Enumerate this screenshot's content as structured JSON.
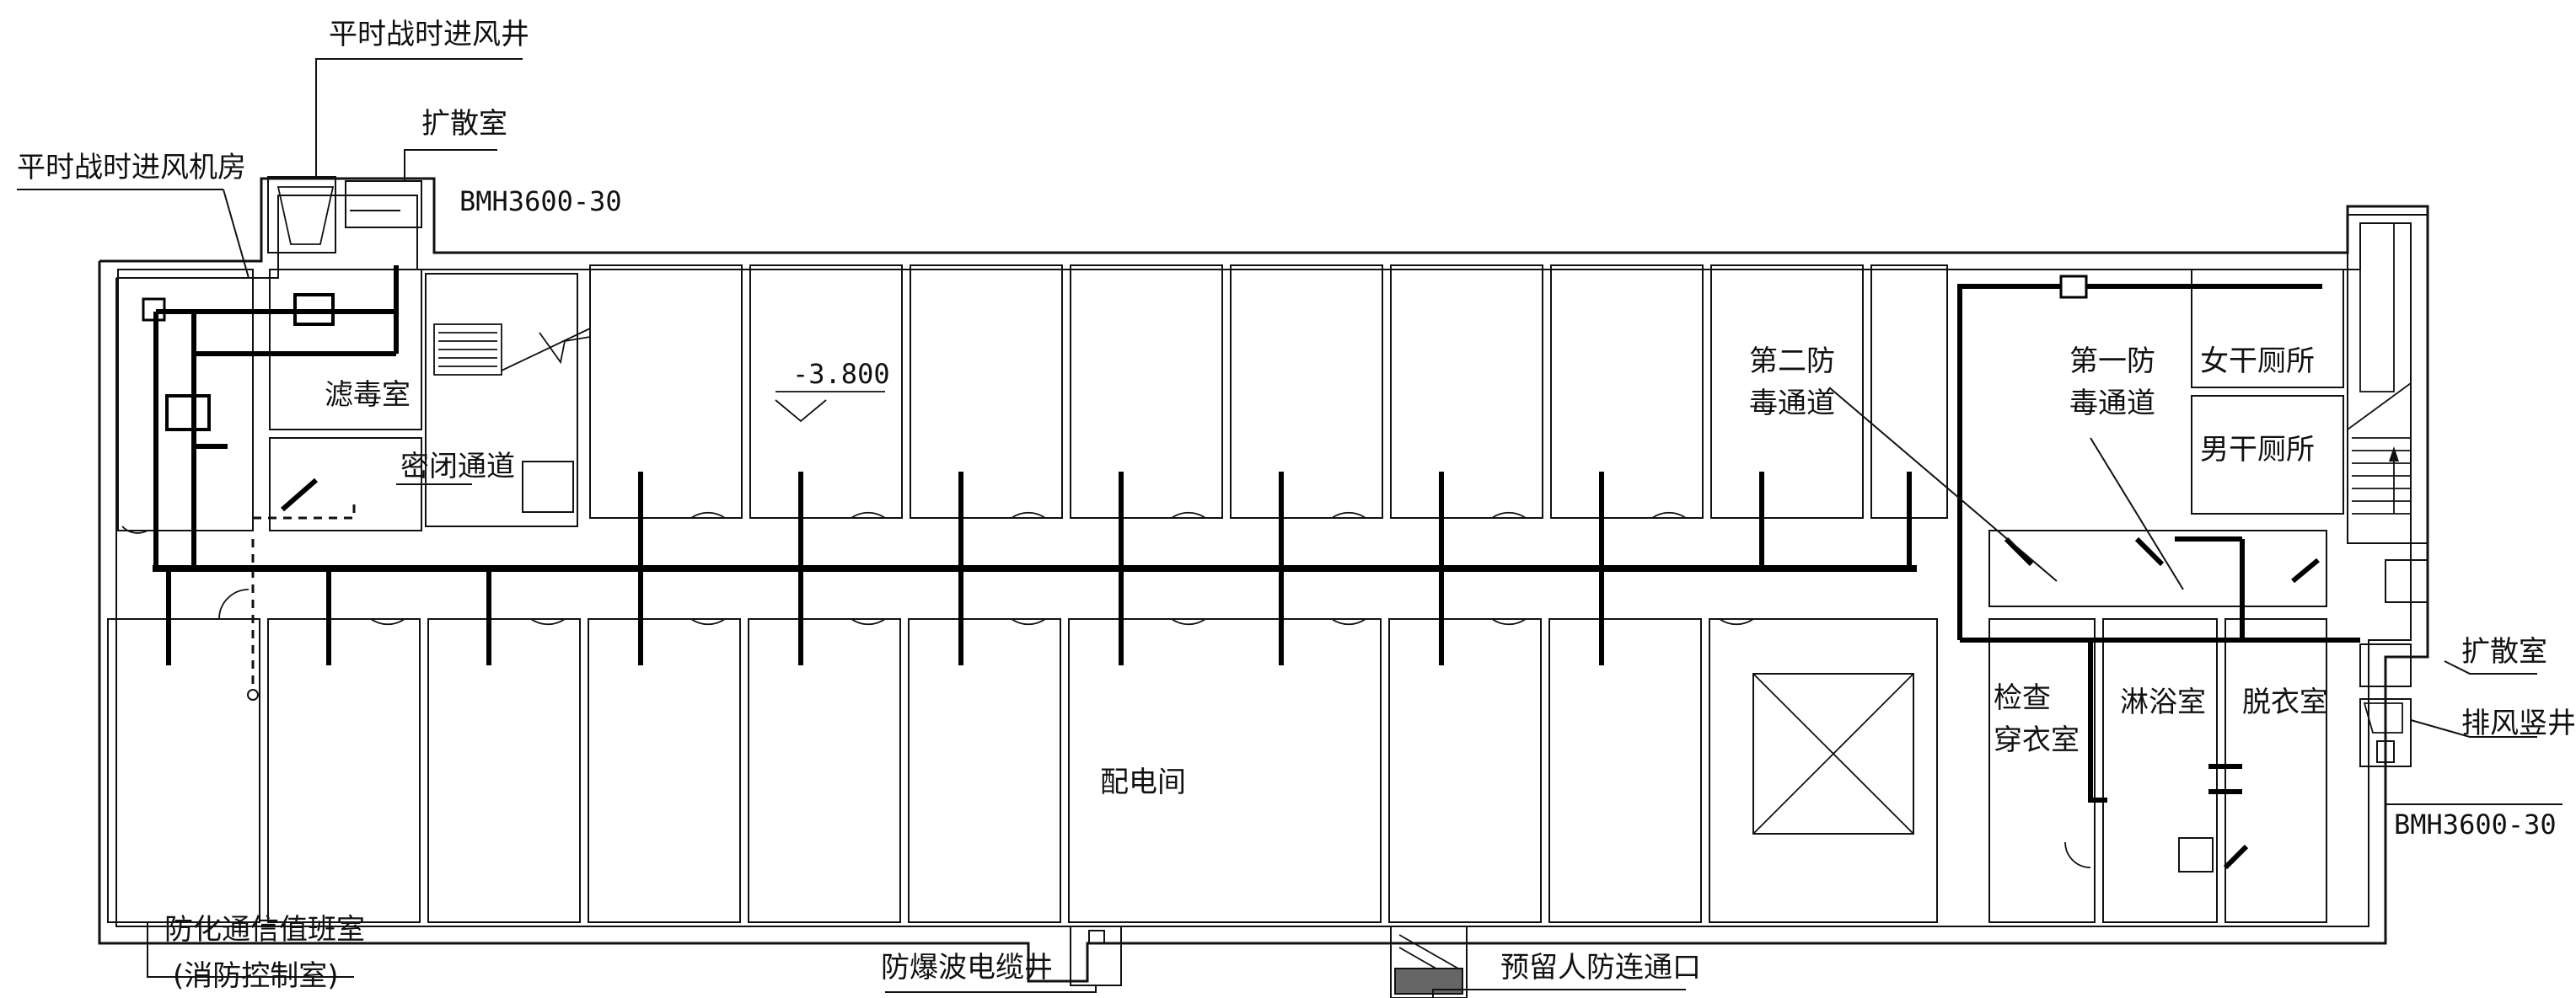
{
  "labels": {
    "intake_shaft": "平时战时进风井",
    "diffusion_room_top": "扩散室",
    "intake_fan_room": "平时战时进风机房",
    "bmh_top": "BMH3600-30",
    "filter_room": "滤毒室",
    "sealed_passage": "密闭通道",
    "elevation": "-3.800",
    "second_gas_line1": "第二防",
    "second_gas_line2": "毒通道",
    "first_gas_line1": "第一防",
    "first_gas_line2": "毒通道",
    "female_toilet": "女干厕所",
    "male_toilet": "男干厕所",
    "diffusion_room_right": "扩散室",
    "exhaust_shaft": "排风竖井",
    "bmh_right": "BMH3600-30",
    "inspection_line1": "检查",
    "inspection_line2": "穿衣室",
    "shower_room": "淋浴室",
    "undress_room": "脱衣室",
    "power_room": "配电间",
    "comm_duty_room": "防化通信值班室",
    "fire_control_room": "(消防控制室)",
    "cable_shaft": "防爆波电缆井",
    "reserved_passage": "预留人防连通口"
  }
}
